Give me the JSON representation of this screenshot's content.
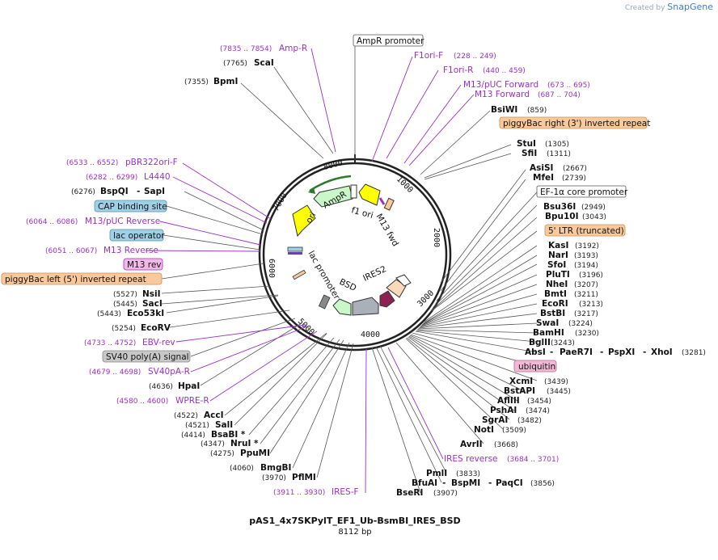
{
  "credit": {
    "prefix": "Created by",
    "brand": "SnapGene"
  },
  "title": "pAS1_4x7SKPylT_EF1_Ub-BsmBI_IRES_BSD",
  "subtitle": "8112 bp",
  "ticks": [
    "1000",
    "2000",
    "3000",
    "4000",
    "5000",
    "6000",
    "7000",
    "8000"
  ],
  "features": {
    "ampr_promoter": "AmpR promoter",
    "pigybac_right": "piggyBac right (3') inverted repeat",
    "ef1a": "EF-1α core promoter",
    "ltr5": "5' LTR (truncated)",
    "ubiquitin": "ubiquitin",
    "cap": "CAP binding site",
    "lac_op": "lac operator",
    "m13rev": "M13 rev",
    "pigybac_left": "piggyBac left (5') inverted repeat",
    "sv40": "SV40 poly(A) signal"
  },
  "primers": [
    {
      "name": "Amp-R",
      "pos": "(7835 .. 7854)"
    },
    {
      "name": "F1ori-F",
      "pos": "(228 .. 249)"
    },
    {
      "name": "F1ori-R",
      "pos": "(440 .. 459)"
    },
    {
      "name": "M13/pUC Forward",
      "pos": "(673 .. 695)"
    },
    {
      "name": "M13 Forward",
      "pos": "(687 .. 704)"
    },
    {
      "name": "pBR322ori-F",
      "pos": "(6533 .. 6552)"
    },
    {
      "name": "L4440",
      "pos": "(6282 .. 6299)"
    },
    {
      "name": "M13/pUC Reverse",
      "pos": "(6064 .. 6086)"
    },
    {
      "name": "M13 Reverse",
      "pos": "(6051 .. 6067)"
    },
    {
      "name": "EBV-rev",
      "pos": "(4733 .. 4752)"
    },
    {
      "name": "SV40pA-R",
      "pos": "(4679 .. 4698)"
    },
    {
      "name": "WPRE-R",
      "pos": "(4580 .. 4600)"
    },
    {
      "name": "IRES reverse",
      "pos": "(3684 .. 3701)"
    },
    {
      "name": "IRES-F",
      "pos": "(3911 .. 3930)"
    }
  ],
  "sites": {
    "scai": {
      "name": "ScaI",
      "pos": "(7765)"
    },
    "bpmi": {
      "name": "BpmI",
      "pos": "(7355)"
    },
    "bsiwi": {
      "name": "BsiWI",
      "pos": "(859)"
    },
    "stui": {
      "name": "StuI",
      "pos": "(1305)"
    },
    "sfii": {
      "name": "SfiI",
      "pos": "(1311)"
    },
    "asisi": {
      "name": "AsiSI",
      "pos": "(2667)"
    },
    "mfei": {
      "name": "MfeI",
      "pos": "(2739)"
    },
    "bsu36i": {
      "name": "Bsu36I",
      "pos": "(2949)"
    },
    "bpu10i": {
      "name": "Bpu10I",
      "pos": "(3043)"
    },
    "kasi": {
      "name": "KasI",
      "pos": "(3192)"
    },
    "nari": {
      "name": "NarI",
      "pos": "(3193)"
    },
    "sfoi": {
      "name": "SfoI",
      "pos": "(3194)"
    },
    "pluti": {
      "name": "PluTI",
      "pos": "(3196)"
    },
    "nhei": {
      "name": "NheI",
      "pos": "(3207)"
    },
    "bmti": {
      "name": "BmtI",
      "pos": "(3211)"
    },
    "ecori": {
      "name": "EcoRI",
      "pos": "(3213)"
    },
    "bstbi": {
      "name": "BstBI",
      "pos": "(3217)"
    },
    "swai": {
      "name": "SwaI",
      "pos": "(3224)"
    },
    "bamhi": {
      "name": "BamHI",
      "pos": "(3230)"
    },
    "bglii": {
      "name": "BglII",
      "pos": "(3243)"
    },
    "absi_group": {
      "a": "AbsI",
      "b": "PaeR7I",
      "c": "PspXI",
      "d": "XhoI",
      "pos": "(3281)"
    },
    "xcmi": {
      "name": "XcmI",
      "pos": "(3439)"
    },
    "bstapi": {
      "name": "BstAPI",
      "pos": "(3445)"
    },
    "aflIII": {
      "name": "AflIII",
      "pos": "(3454)"
    },
    "pshai": {
      "name": "PshAI",
      "pos": "(3474)"
    },
    "sgrai": {
      "name": "SgrAI",
      "pos": "(3482)"
    },
    "noti": {
      "name": "NotI",
      "pos": "(3509)"
    },
    "avrii": {
      "name": "AvrII",
      "pos": "(3668)"
    },
    "pmli": {
      "name": "PmlI",
      "pos": "(3833)"
    },
    "bfuai_group": {
      "a": "BfuAI",
      "b": "BspMI",
      "c": "PaqCI",
      "pos": "(3856)"
    },
    "bseri": {
      "name": "BseRI",
      "pos": "(3907)"
    },
    "bspqi_group": {
      "a": "BspQI",
      "b": "SapI",
      "pos": "(6276)"
    },
    "nsii": {
      "name": "NsiI",
      "pos": "(5527)"
    },
    "saci": {
      "name": "SacI",
      "pos": "(5445)"
    },
    "eco53ki": {
      "name": "Eco53kI",
      "pos": "(5443)"
    },
    "ecorv": {
      "name": "EcoRV",
      "pos": "(5254)"
    },
    "hpai": {
      "name": "HpaI",
      "pos": "(4636)"
    },
    "acci": {
      "name": "AccI",
      "pos": "(4522)"
    },
    "sali": {
      "name": "SalI",
      "pos": "(4521)"
    },
    "bsabi": {
      "name": "BsaBI *",
      "pos": "(4414)"
    },
    "nrui": {
      "name": "NruI *",
      "pos": "(4347)"
    },
    "ppumi": {
      "name": "PpuMI",
      "pos": "(4275)"
    },
    "bmgbi": {
      "name": "BmgBI",
      "pos": "(4060)"
    },
    "pflmi": {
      "name": "PflMI",
      "pos": "(3970)"
    }
  },
  "inner_labels": {
    "ampr": "AmpR",
    "ori": "ori",
    "f1ori": "f1 ori",
    "m13fwd": "M13 fwd",
    "lacprom": "lac promoter",
    "bsd": "BSD",
    "ires2": "IRES2"
  },
  "colors": {
    "primer": "#9b30c8",
    "ring": "#222222",
    "orange": "#f9c89b",
    "blue": "#9fd0e6",
    "pink": "#f2b9d6",
    "gray": "#c8c8c8",
    "yellow": "#ffff00",
    "green": "#c9f7c9"
  }
}
